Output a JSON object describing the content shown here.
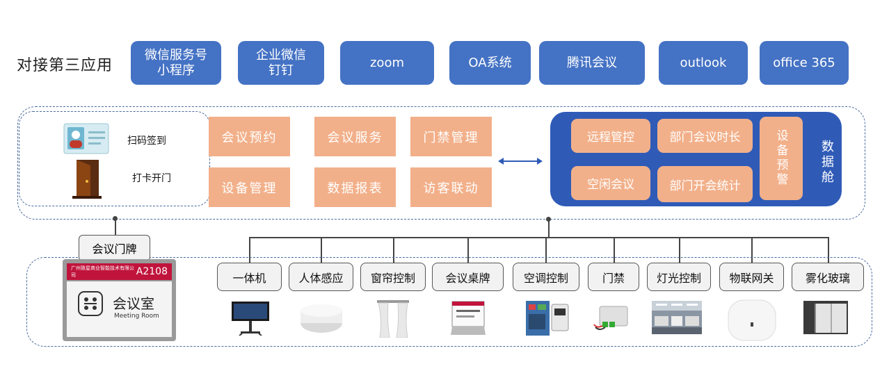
{
  "title": "对接第三应用",
  "apps": [
    {
      "l1": "微信服务号",
      "l2": "小程序"
    },
    {
      "l1": "企业微信",
      "l2": "钉钉"
    },
    {
      "l1": "zoom",
      "l2": ""
    },
    {
      "l1": "OA系统",
      "l2": ""
    },
    {
      "l1": "腾讯会议",
      "l2": ""
    },
    {
      "l1": "outlook",
      "l2": ""
    },
    {
      "l1": "office 365",
      "l2": ""
    }
  ],
  "access": {
    "scan": "扫码签到",
    "card": "打卡开门"
  },
  "features": [
    "会议预约",
    "会议服务",
    "门禁管理",
    "设备管理",
    "数据报表",
    "访客联动"
  ],
  "datacenter": {
    "remote": "远程管控",
    "dept_time": "部门会议时长",
    "warning": "设备预警",
    "idle": "空闲会议",
    "dept_stats": "部门开会统计",
    "label": "数据舱"
  },
  "doorplate": {
    "label": "会议门牌",
    "company": "广州致星商业智能技术有限公司",
    "room_no": "A2108",
    "room_cn": "会议室",
    "room_en": "Meeting Room"
  },
  "devices": [
    "一体机",
    "人体感应",
    "窗帘控制",
    "会议桌牌",
    "空调控制",
    "门禁",
    "灯光控制",
    "物联网关",
    "雾化玻璃"
  ],
  "colors": {
    "app_blue": "#4472c4",
    "feature_orange": "#f2b08a",
    "dc_blue": "#2f5bb7",
    "badge_red": "#c0143c"
  }
}
